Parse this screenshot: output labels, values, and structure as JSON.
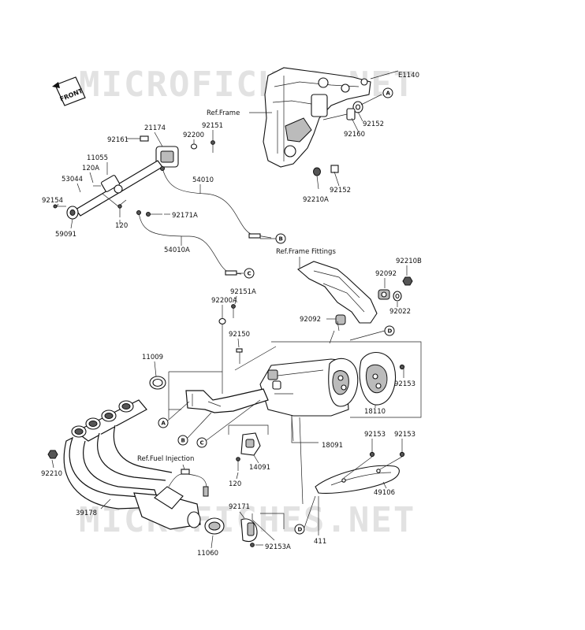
{
  "watermarks": [
    "MICROFICHES.NET",
    "MICROFICHES.NET"
  ],
  "front_badge": "FRONT",
  "diagram_code": "E1140",
  "ref_labels": {
    "frame": "Ref.Frame",
    "frame_fittings": "Ref.Frame Fittings",
    "fuel_injection": "Ref.Fuel Injection"
  },
  "callouts": [
    "A",
    "B",
    "C",
    "D"
  ],
  "parts": {
    "p92152_top": "92152",
    "p92160": "92160",
    "p92152_bot": "92152",
    "p92210A": "92210A",
    "p92161": "92161",
    "p21174": "21174",
    "p92151": "92151",
    "p92200": "92200",
    "p11055": "11055",
    "p120A": "120A",
    "p53044": "53044",
    "p92154": "92154",
    "p59091": "59091",
    "p120_top": "120",
    "p54010": "54010",
    "p92171A": "92171A",
    "p54010A": "54010A",
    "p92210B": "92210B",
    "p92092_a": "92092",
    "p92022": "92022",
    "p92092_b": "92092",
    "p92151A": "92151A",
    "p92200A": "92200A",
    "p92150": "92150",
    "p11009": "11009",
    "p92153_a": "92153",
    "p18110": "18110",
    "p18091": "18091",
    "p92153_b": "92153",
    "p92153_c": "92153",
    "p49106": "49106",
    "p14091": "14091",
    "p120_bot": "120",
    "p92210": "92210",
    "p39178": "39178",
    "p92171": "92171",
    "p11060": "11060",
    "p92153A": "92153A",
    "p411": "411"
  }
}
